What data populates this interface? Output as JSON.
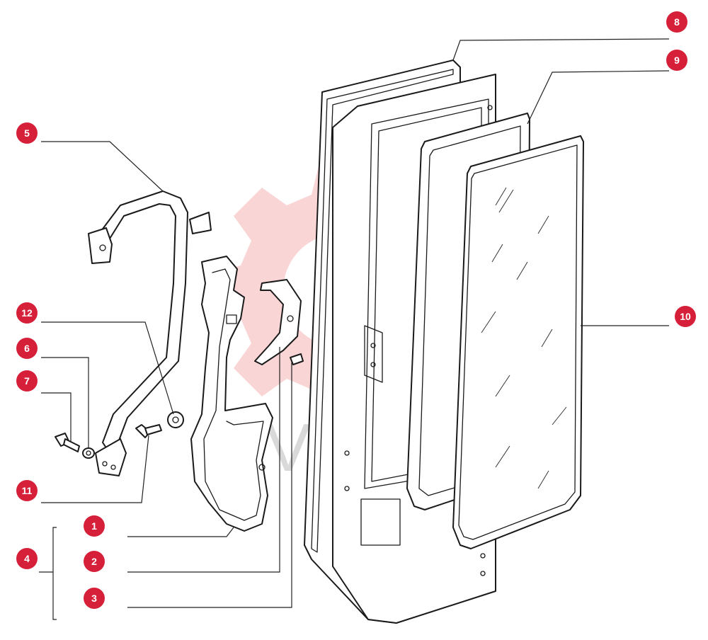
{
  "diagram": {
    "accent_color": "#d6203a",
    "line_color": "#1a1a1a",
    "watermark": {
      "text": "VHTEX",
      "gear_color": "#f4b3b3"
    },
    "callouts": [
      {
        "id": "c1",
        "label": "1"
      },
      {
        "id": "c2",
        "label": "2"
      },
      {
        "id": "c3",
        "label": "3"
      },
      {
        "id": "c4",
        "label": "4"
      },
      {
        "id": "c5",
        "label": "5"
      },
      {
        "id": "c6",
        "label": "6"
      },
      {
        "id": "c7",
        "label": "7"
      },
      {
        "id": "c8",
        "label": "8"
      },
      {
        "id": "c9",
        "label": "9"
      },
      {
        "id": "c10",
        "label": "10"
      },
      {
        "id": "c11",
        "label": "11"
      },
      {
        "id": "c12",
        "label": "12"
      }
    ]
  }
}
